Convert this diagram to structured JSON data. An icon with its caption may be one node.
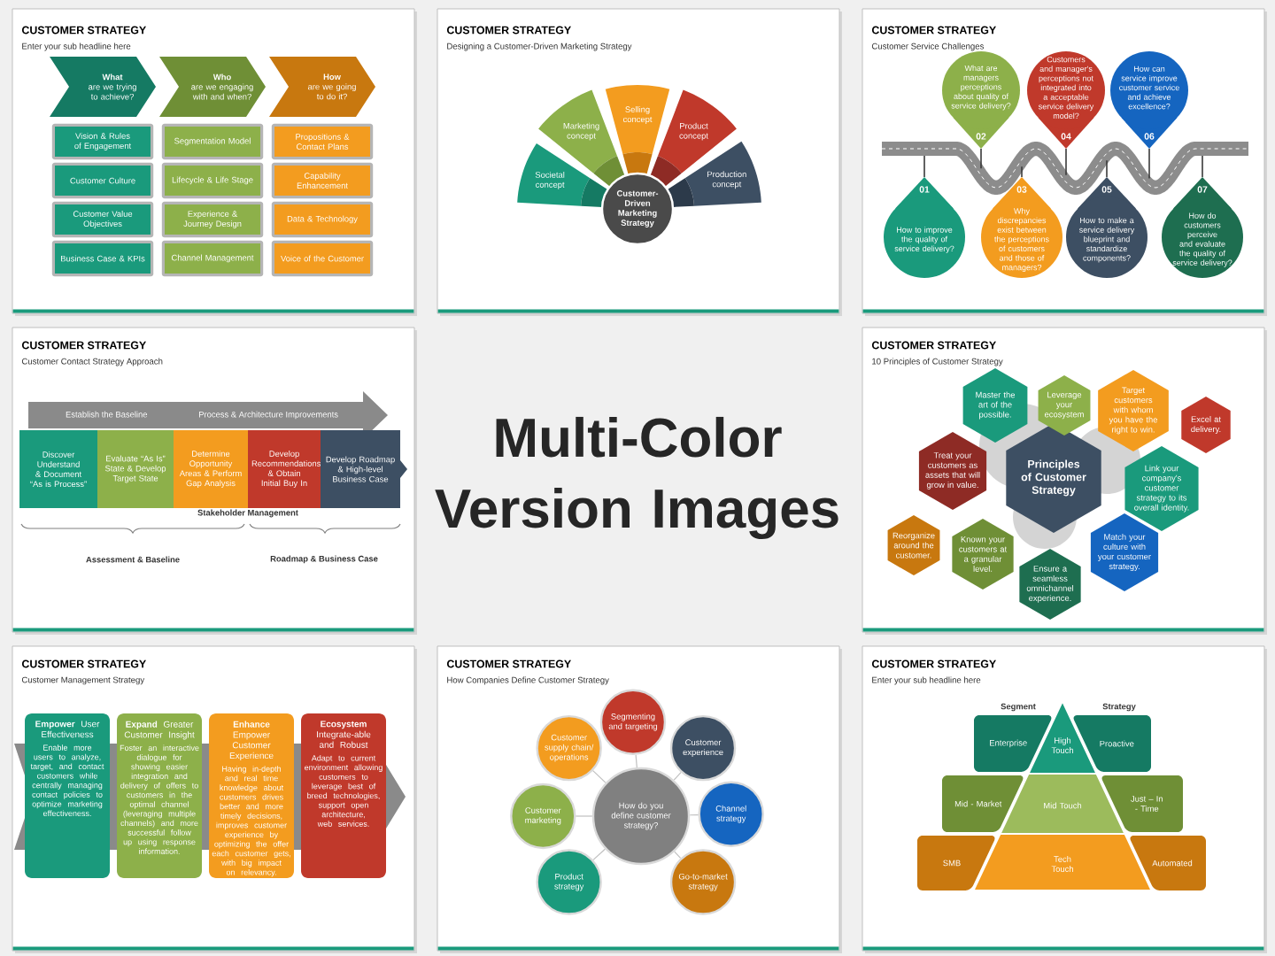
{
  "diagram": {
    "title": "Multi-Color Version Images",
    "nodes": [
      {
        "text": [
          "CUSTOMER STRATEGY",
          "Enter your sub headline here"
        ]
      },
      {
        "text": [
          "What",
          "are we trying to achieve?"
        ],
        "in": 0
      },
      {
        "text": [
          "Who",
          "are we engaging with and when?"
        ],
        "in": 0
      },
      {
        "text": [
          "How",
          "are we going to do it?"
        ],
        "in": 0
      },
      {
        "text": [
          "Vision & Rules of Engagement"
        ],
        "in": 0
      },
      {
        "text": [
          "Segmentation Model"
        ],
        "in": 0
      },
      {
        "text": [
          "Propositions & Contact Plans"
        ],
        "in": 0
      },
      {
        "text": [
          "Customer Culture"
        ],
        "in": 0
      },
      {
        "text": [
          "Lifecycle & Life Stage"
        ],
        "in": 0
      },
      {
        "text": [
          "Capability Enhancement"
        ],
        "in": 0
      },
      {
        "text": [
          "Customer Value Objectives"
        ],
        "in": 0
      },
      {
        "text": [
          "Experience & Journey Design"
        ],
        "in": 0
      },
      {
        "text": [
          "Data & Technology"
        ],
        "in": 0
      },
      {
        "text": [
          "Business Case & KPIs"
        ],
        "in": 0
      },
      {
        "text": [
          "Channel Management"
        ],
        "in": 0
      },
      {
        "text": [
          "Voice of the Customer"
        ],
        "in": 0
      },
      {
        "text": [
          "CUSTOMER STRATEGY",
          "Designing a Customer-Driven Marketing Strategy"
        ]
      },
      {
        "text": [
          "Societal concept"
        ],
        "in": 16
      },
      {
        "text": [
          "Marketing concept"
        ],
        "in": 16
      },
      {
        "text": [
          "Selling concept"
        ],
        "in": 16
      },
      {
        "text": [
          "Product concept"
        ],
        "in": 16
      },
      {
        "text": [
          "Production concept"
        ],
        "in": 16
      },
      {
        "text": [
          "Customer-Driven Marketing Strategy"
        ],
        "in": 16
      },
      {
        "text": [
          "CUSTOMER STRATEGY",
          "Customer Service Challenges"
        ]
      },
      {
        "text": [
          "01",
          "How to improve the quality of service delivery?"
        ],
        "in": 23
      },
      {
        "text": [
          "What are managers perceptions about quality of service delivery?",
          "02"
        ],
        "in": 23
      },
      {
        "text": [
          "03",
          "Why discrepancies exist between the perceptions of customers and those of managers?"
        ],
        "in": 23
      },
      {
        "text": [
          "Customers and manager's perceptions not integrated into a acceptable service delivery model?",
          "04"
        ],
        "in": 23
      },
      {
        "text": [
          "05",
          "How to make a service delivery blueprint and standardize components?"
        ],
        "in": 23
      },
      {
        "text": [
          "How can service improve customer service and achieve excellence?",
          "06"
        ],
        "in": 23
      },
      {
        "text": [
          "07",
          "How do customers perceive and evaluate the quality of service delivery?"
        ],
        "in": 23
      },
      {
        "text": [
          "CUSTOMER STRATEGY",
          "Customer Contact Strategy Approach"
        ]
      },
      {
        "text": [
          "Establish the Baseline",
          "Process & Architecture Improvements"
        ],
        "in": 31
      },
      {
        "text": [
          "Discover Understand & Document “As is Process”"
        ],
        "in": 31
      },
      {
        "text": [
          "Evaluate “As Is” State & Develop Target State"
        ],
        "in": 31
      },
      {
        "text": [
          "Determine Opportunity Areas & Perform Gap Analysis"
        ],
        "in": 31
      },
      {
        "text": [
          "Develop Recommendations & Obtain Initial Buy In"
        ],
        "in": 31
      },
      {
        "text": [
          "Develop Roadmap & High-level Business Case"
        ],
        "in": 31
      },
      {
        "text": [
          "CUSTOMER STRATEGY",
          "10 Principles of Customer Strategy"
        ]
      },
      {
        "text": [
          "Principles of Customer Strategy"
        ],
        "in": 38
      },
      {
        "text": [
          "Master the art of the possible."
        ],
        "in": 38
      },
      {
        "text": [
          "Leverage your ecosystem"
        ],
        "in": 38
      },
      {
        "text": [
          "Target customers with whom you have the right to win."
        ],
        "in": 38
      },
      {
        "text": [
          "Excel at delivery."
        ],
        "in": 38
      },
      {
        "text": [
          "Treat your customers as assets that will grow in value."
        ],
        "in": 38
      },
      {
        "text": [
          "Link your company's customer strategy to its overall identity."
        ],
        "in": 38
      },
      {
        "text": [
          "Reorganize around the customer."
        ],
        "in": 38
      },
      {
        "text": [
          "Known your customers at a granular level."
        ],
        "in": 38
      },
      {
        "text": [
          "Ensure a seamless omnichannel experience."
        ],
        "in": 38
      },
      {
        "text": [
          "Match your culture with your customer strategy."
        ],
        "in": 38
      },
      {
        "text": [
          "CUSTOMER STRATEGY",
          "Customer Management Strategy"
        ]
      },
      {
        "text": [
          "**Empower** User Effectiveness",
          "Enable more users to analyze, target, and contact customers while centrally managing contact policies to optimize marketing effectiveness."
        ],
        "in": 50
      },
      {
        "text": [
          "**Expand** Greater Customer Insight",
          "Foster an interactive dialogue for showing easier integration and delivery of offers to customers in the optimal channel (leveraging multiple channels) and more successful follow up using response information."
        ],
        "in": 50
      },
      {
        "text": [
          "**Enhance** Empower Customer Experience",
          "Having in-depth and real time knowledge about customers drives better and more timely decisions, improves customer experience by optimizing the offer each customer gets, with big impact on relevancy."
        ],
        "in": 50
      },
      {
        "text": [
          "**Ecosystem** Integrate-able and Robust",
          "Adapt to current environment allowing customers to leverage best of breed technologies, support open architecture, web services."
        ],
        "in": 50
      },
      {
        "text": [
          "CUSTOMER STRATEGY",
          "How Companies Define Customer Strategy"
        ]
      },
      {
        "text": [
          "How do you define customer strategy?"
        ],
        "in": 55
      },
      {
        "text": [
          "Segmenting and targeting"
        ],
        "in": 55
      },
      {
        "text": [
          "Customer experience"
        ],
        "in": 55
      },
      {
        "text": [
          "Channel strategy"
        ],
        "in": 55
      },
      {
        "text": [
          "Go-to-market strategy"
        ],
        "in": 55
      },
      {
        "text": [
          "Product strategy"
        ],
        "in": 55
      },
      {
        "text": [
          "Customer marketing"
        ],
        "in": 55
      },
      {
        "text": [
          "Customer supply chain/ operations"
        ],
        "in": 55
      },
      {
        "text": [
          "CUSTOMER STRATEGY",
          "Enter your sub headline here"
        ]
      },
      {
        "text": [
          "Enterprise"
        ],
        "in": 64
      },
      {
        "text": [
          "High Touch"
        ],
        "in": 64
      },
      {
        "text": [
          "Proactive"
        ],
        "in": 64
      },
      {
        "text": [
          "Mid - Market"
        ],
        "in": 64
      },
      {
        "text": [
          "Mid Touch"
        ],
        "in": 64
      },
      {
        "text": [
          "Just – In - Time"
        ],
        "in": 64
      },
      {
        "text": [
          "SMB"
        ],
        "in": 64
      },
      {
        "text": [
          "Tech Touch"
        ],
        "in": 64
      },
      {
        "text": [
          "Automated"
        ],
        "in": 64
      }
    ],
    "edges": [
      {
        "from": 56,
        "to": 57,
        "arrow": "none"
      },
      {
        "from": 56,
        "to": 58,
        "arrow": "none"
      },
      {
        "from": 56,
        "to": 59,
        "arrow": "none"
      },
      {
        "from": 56,
        "to": 60,
        "arrow": "none"
      },
      {
        "from": 56,
        "to": 61,
        "arrow": "none"
      },
      {
        "from": 56,
        "to": 62,
        "arrow": "none"
      },
      {
        "from": 56,
        "to": 63,
        "arrow": "none"
      }
    ],
    "labels": [
      "Stakeholder Management",
      "Assessment & Baseline",
      "Roadmap & Business Case",
      "Segment",
      "Strategy"
    ]
  }
}
